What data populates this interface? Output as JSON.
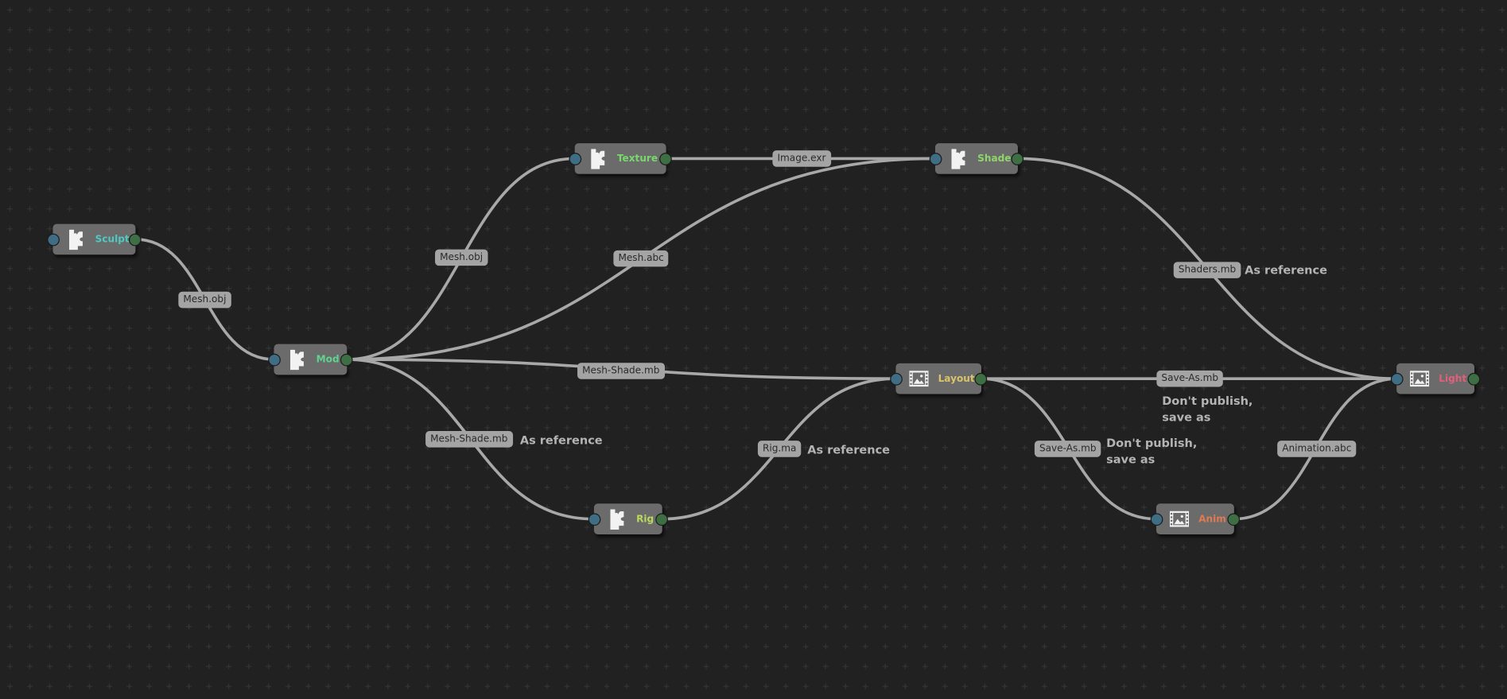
{
  "nodes": [
    {
      "id": "sculpt",
      "label": "Sculpt",
      "icon": "puzzle-icon",
      "color": "#4fc9c1"
    },
    {
      "id": "mod",
      "label": "Mod",
      "icon": "puzzle-icon",
      "color": "#5fd38f"
    },
    {
      "id": "texture",
      "label": "Texture",
      "icon": "puzzle-icon",
      "color": "#78d86c"
    },
    {
      "id": "shade",
      "label": "Shade",
      "icon": "puzzle-icon",
      "color": "#8ed66a"
    },
    {
      "id": "rig",
      "label": "Rig",
      "icon": "puzzle-icon",
      "color": "#b9d85c"
    },
    {
      "id": "layout",
      "label": "Layout",
      "icon": "film-image-icon",
      "color": "#d9c46a"
    },
    {
      "id": "anim",
      "label": "Anim",
      "icon": "film-image-icon",
      "color": "#e07a52"
    },
    {
      "id": "light",
      "label": "Light",
      "icon": "film-image-icon",
      "color": "#e0607a"
    }
  ],
  "edges": [
    {
      "from": "sculpt",
      "to": "mod",
      "label": "Mesh.obj",
      "note": ""
    },
    {
      "from": "mod",
      "to": "texture",
      "label": "Mesh.obj",
      "note": ""
    },
    {
      "from": "mod",
      "to": "shade",
      "label": "Mesh.abc",
      "note": ""
    },
    {
      "from": "texture",
      "to": "shade",
      "label": "Image.exr",
      "note": ""
    },
    {
      "from": "mod",
      "to": "layout",
      "label": "Mesh-Shade.mb",
      "note": ""
    },
    {
      "from": "mod",
      "to": "rig",
      "label": "Mesh-Shade.mb",
      "note": "As reference"
    },
    {
      "from": "rig",
      "to": "layout",
      "label": "Rig.ma",
      "note": "As reference"
    },
    {
      "from": "shade",
      "to": "light",
      "label": "Shaders.mb",
      "note": "As reference"
    },
    {
      "from": "layout",
      "to": "light",
      "label": "Save-As.mb",
      "note": "Don't publish,\nsave as"
    },
    {
      "from": "layout",
      "to": "anim",
      "label": "Save-As.mb",
      "note": "Don't publish,\nsave as"
    },
    {
      "from": "anim",
      "to": "light",
      "label": "Animation.abc",
      "note": ""
    }
  ],
  "colors": {
    "background": "#212121",
    "grid": "#333333",
    "edge": "#a8a8a8",
    "node": "#6b6b6b"
  }
}
